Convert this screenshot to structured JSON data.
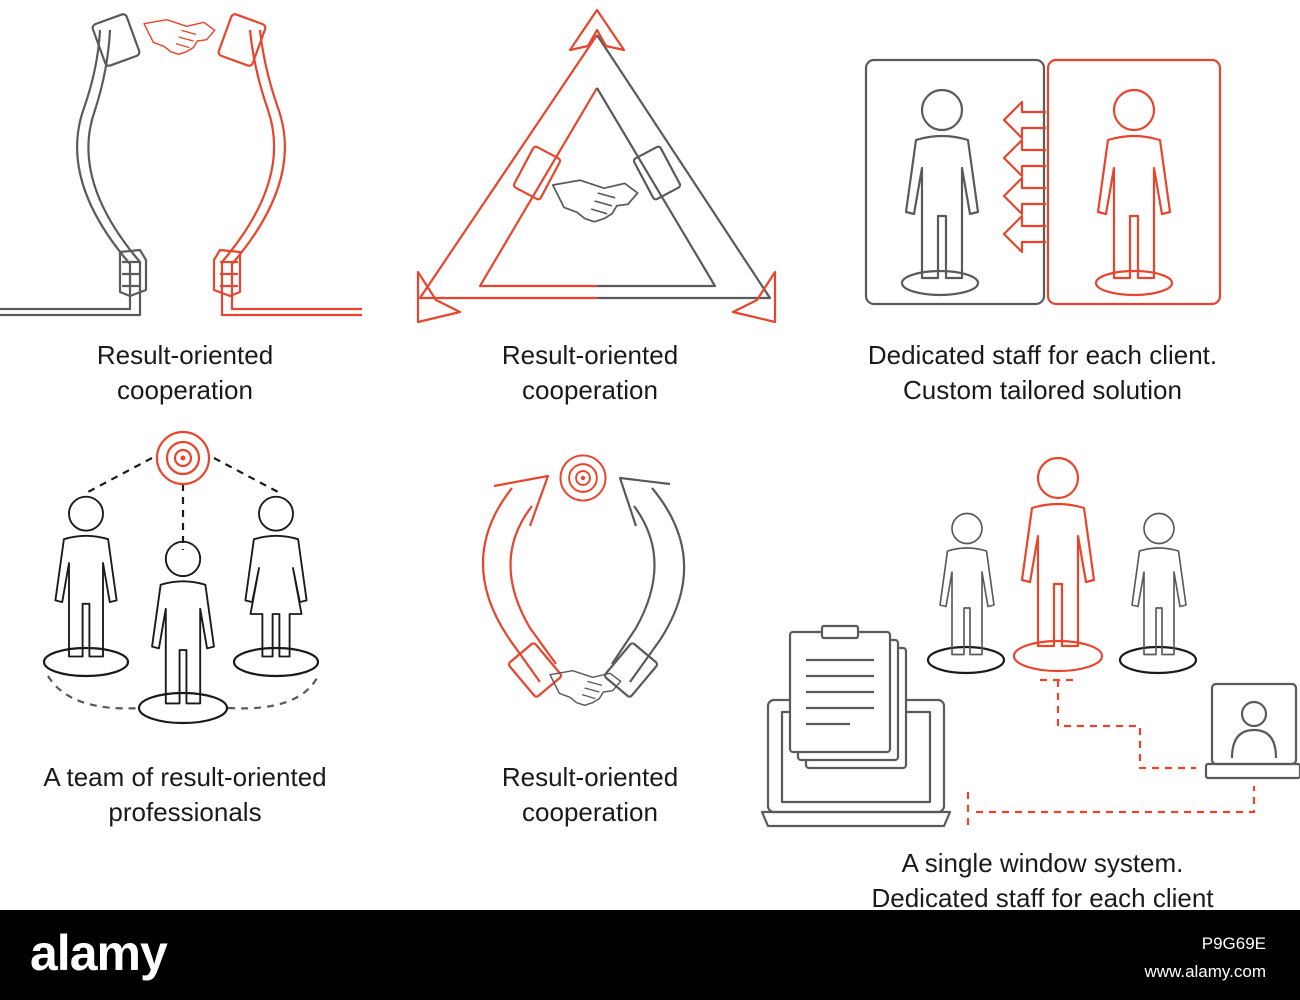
{
  "colors": {
    "red": "#e8452c",
    "gray": "#5a5a5a",
    "black": "#1a1a1a",
    "footer_bg": "#000000"
  },
  "panels": [
    {
      "icon": "handshake-lightbulb-icon",
      "caption": [
        "Result-oriented",
        "cooperation"
      ]
    },
    {
      "icon": "handshake-triangle-icon",
      "caption": [
        "Result-oriented",
        "cooperation"
      ]
    },
    {
      "icon": "dedicated-staff-icon",
      "caption": [
        "Dedicated staff for each client.",
        "Custom tailored solution"
      ]
    },
    {
      "icon": "team-target-icon",
      "caption": [
        "A team of result-oriented",
        "professionals"
      ]
    },
    {
      "icon": "handshake-cycle-target-icon",
      "caption": [
        "Result-oriented",
        "cooperation"
      ]
    },
    {
      "icon": "single-window-system-icon",
      "caption": [
        "A single window system.",
        "Dedicated staff for each client"
      ]
    }
  ],
  "footer": {
    "logo": "alamy",
    "image_id": "P9G69E",
    "site": "www.alamy.com"
  }
}
